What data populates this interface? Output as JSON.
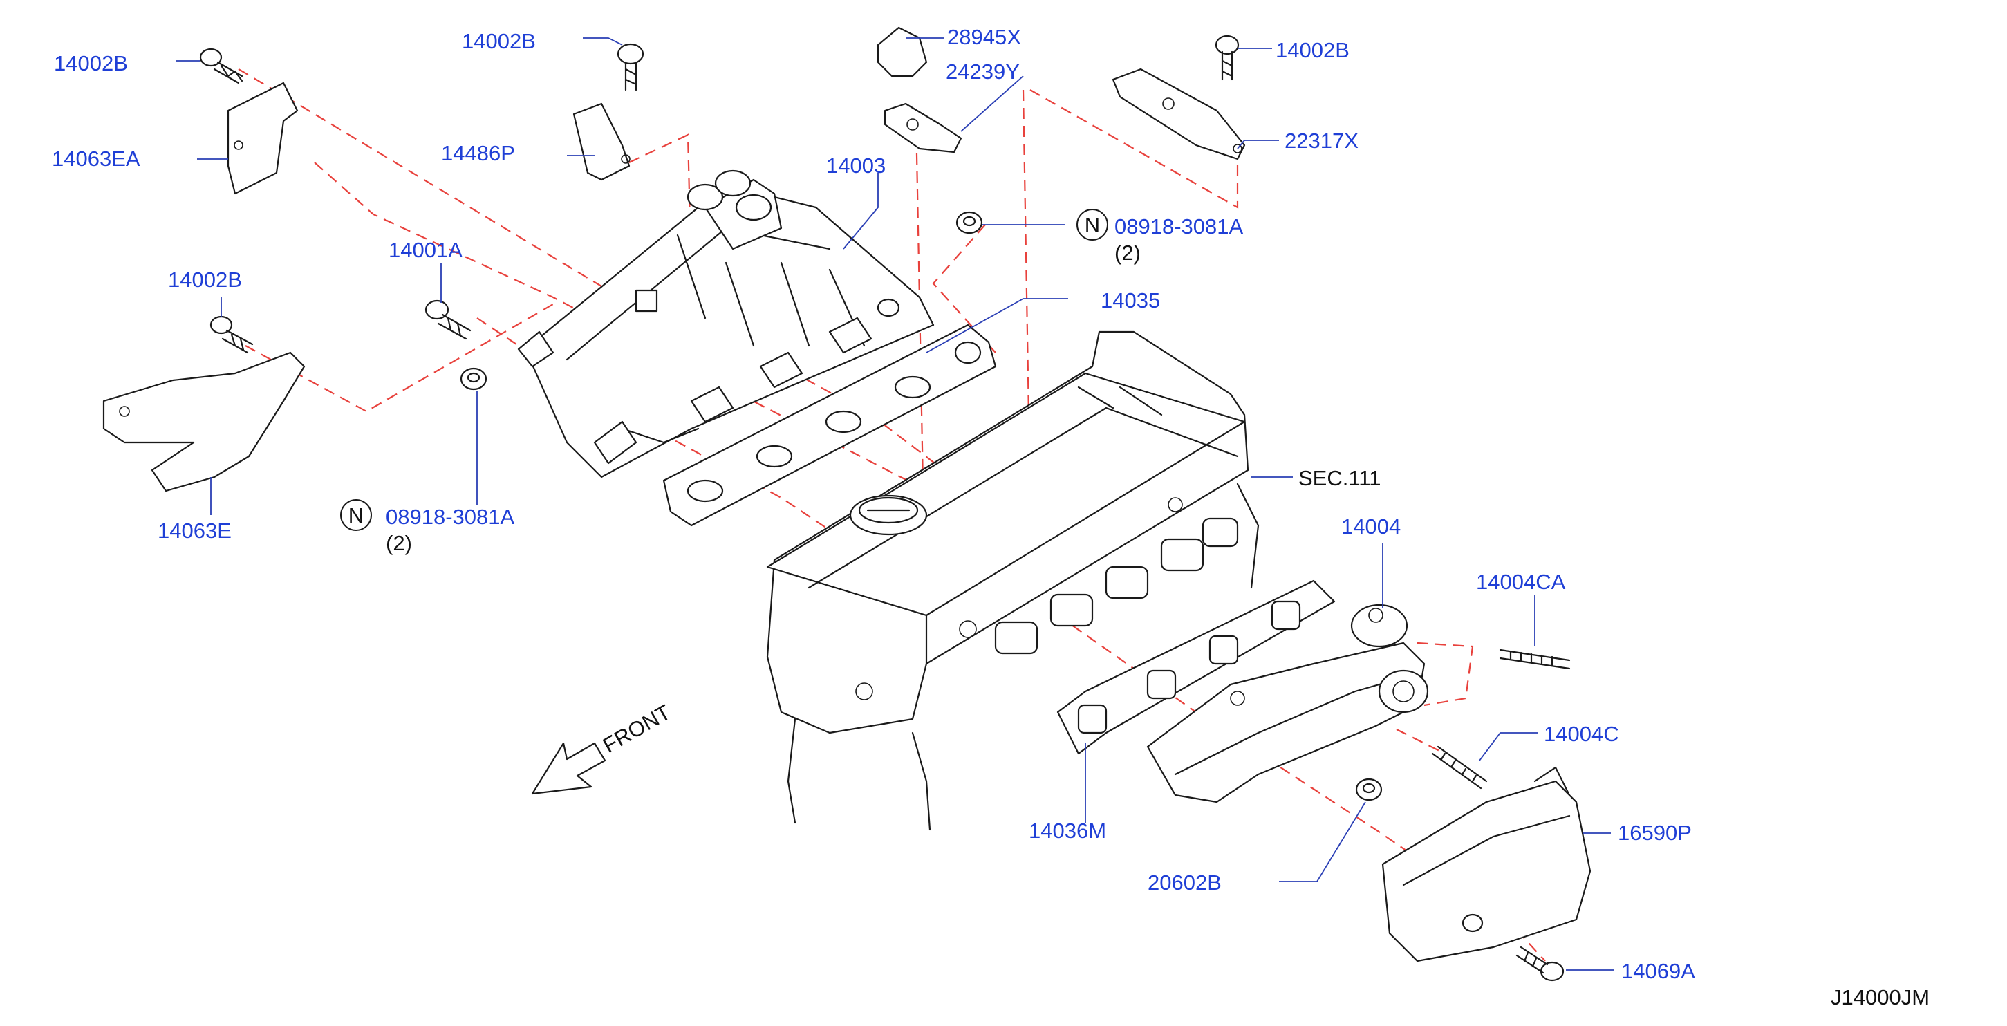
{
  "labels": {
    "l_14002B_a": "14002B",
    "l_14063EA": "14063EA",
    "l_14002B_b": "14002B",
    "l_14486P": "14486P",
    "l_28945X": "28945X",
    "l_24239Y": "24239Y",
    "l_14002B_c": "14002B",
    "l_22317X": "22317X",
    "l_14003": "14003",
    "l_08918_a": "08918-3081A",
    "l_qty_a": "(2)",
    "l_14001A": "14001A",
    "l_14002B_d": "14002B",
    "l_14035": "14035",
    "l_14063E": "14063E",
    "l_08918_b": "08918-3081A",
    "l_qty_b": "(2)",
    "l_sec111": "SEC.111",
    "l_14004": "14004",
    "l_14004CA": "14004CA",
    "l_14004C": "14004C",
    "l_14036M": "14036M",
    "l_16590P": "16590P",
    "l_20602B": "20602B",
    "l_14069A": "14069A",
    "l_front": "FRONT",
    "nut_symbol": "N",
    "diagram_id": "J14000JM"
  },
  "colors": {
    "label_blue": "#1f3fd6",
    "leader_blue": "#2a3fb5",
    "dash_red": "#e8413c",
    "line_black": "#1a1a1a"
  }
}
